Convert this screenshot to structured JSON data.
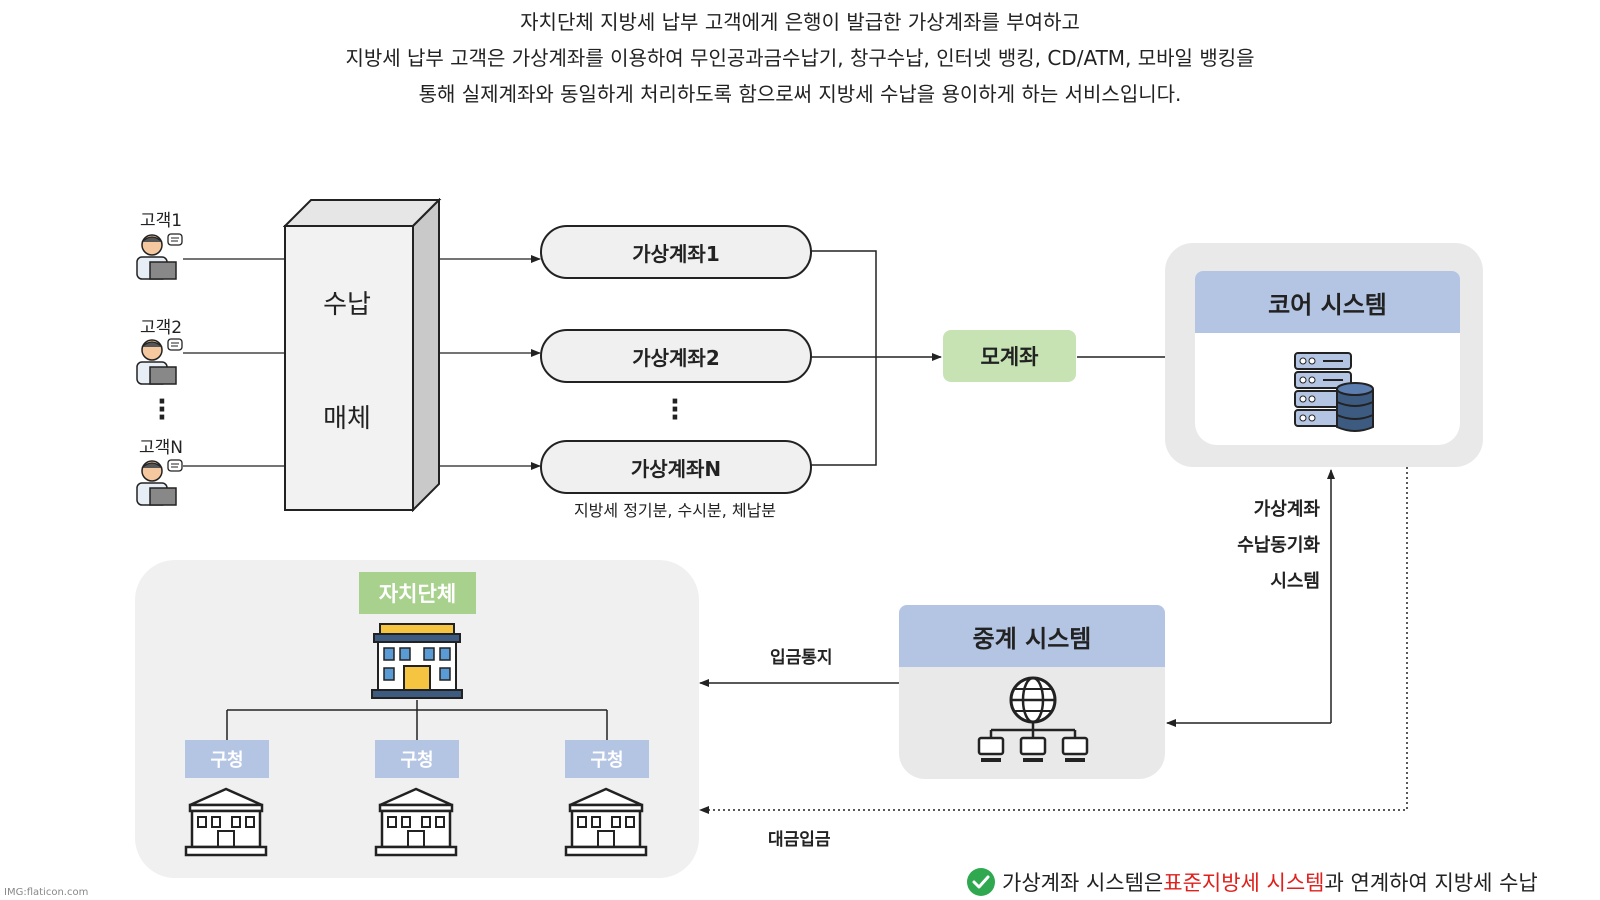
{
  "intro": {
    "line1": "자치단체 지방세 납부 고객에게 은행이 발급한 가상계좌를 부여하고",
    "line2": "지방세 납부 고객은 가상계좌를 이용하여 무인공과금수납기, 창구수납, 인터넷 뱅킹, CD/ATM, 모바일 뱅킹을",
    "line3": "통해 실제계좌와 동일하게  처리하도록 함으로써 지방세 수납을 용이하게 하는 서비스입니다."
  },
  "customers": [
    "고객1",
    "고객2",
    "고객N"
  ],
  "media": {
    "line1": "수납",
    "line2": "매체"
  },
  "virtual_accounts": [
    "가상계좌1",
    "가상계좌2",
    "가상계좌N"
  ],
  "virtual_accounts_caption": "지방세 정기분, 수시분, 체납분",
  "parent_account": "모계좌",
  "core_system": {
    "title": "코어 시스템",
    "icon": "server-database-icon"
  },
  "sync_label": [
    "가상계좌",
    "수납동기화",
    "시스템"
  ],
  "relay_system": {
    "title": "중계 시스템",
    "icon": "network-globe-icon"
  },
  "deposit_notice": "입금통지",
  "payment_deposit": "대금입금",
  "local_gov": {
    "title": "자치단체",
    "offices": [
      "구청",
      "구청",
      "구청"
    ]
  },
  "footer": {
    "part1": "가상계좌 시스템은 ",
    "highlight": "표준지방세 시스템",
    "part2": "과 연계하여 지방세 수납"
  },
  "credit": "IMG:flaticon.com",
  "colors": {
    "green_box": "#c7e3b4",
    "local_gov_green": "#a9d18e",
    "blue_header": "#b4c5e4",
    "panel_gray": "#e9e9e9",
    "highlight_red": "#e0201c",
    "check_green": "#2fa84f"
  }
}
